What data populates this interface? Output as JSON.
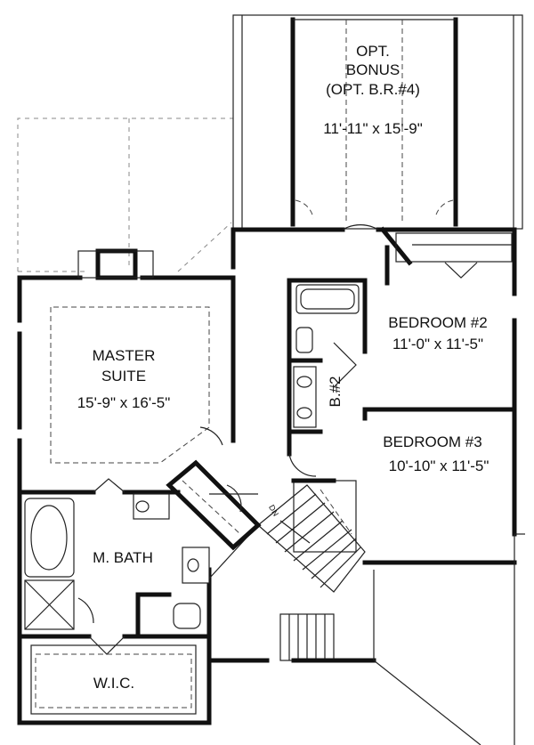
{
  "rooms": {
    "bonus": {
      "line1": "OPT.",
      "line2": "BONUS",
      "line3": "(OPT. B.R.#4)",
      "size": "11'-11\" x 15'-9\""
    },
    "master": {
      "line1": "MASTER",
      "line2": "SUITE",
      "size": "15'-9\" x 16'-5\""
    },
    "bedroom2": {
      "name": "BEDROOM #2",
      "size": "11'-0\" x 11'-5\""
    },
    "bedroom3": {
      "name": "BEDROOM #3",
      "size": "10'-10\" x 11'-5\""
    },
    "bath2": {
      "name": "B.#2"
    },
    "mbath": {
      "name": "M. BATH"
    },
    "wic": {
      "name": "W.I.C."
    },
    "stair": {
      "label": "DN"
    }
  }
}
